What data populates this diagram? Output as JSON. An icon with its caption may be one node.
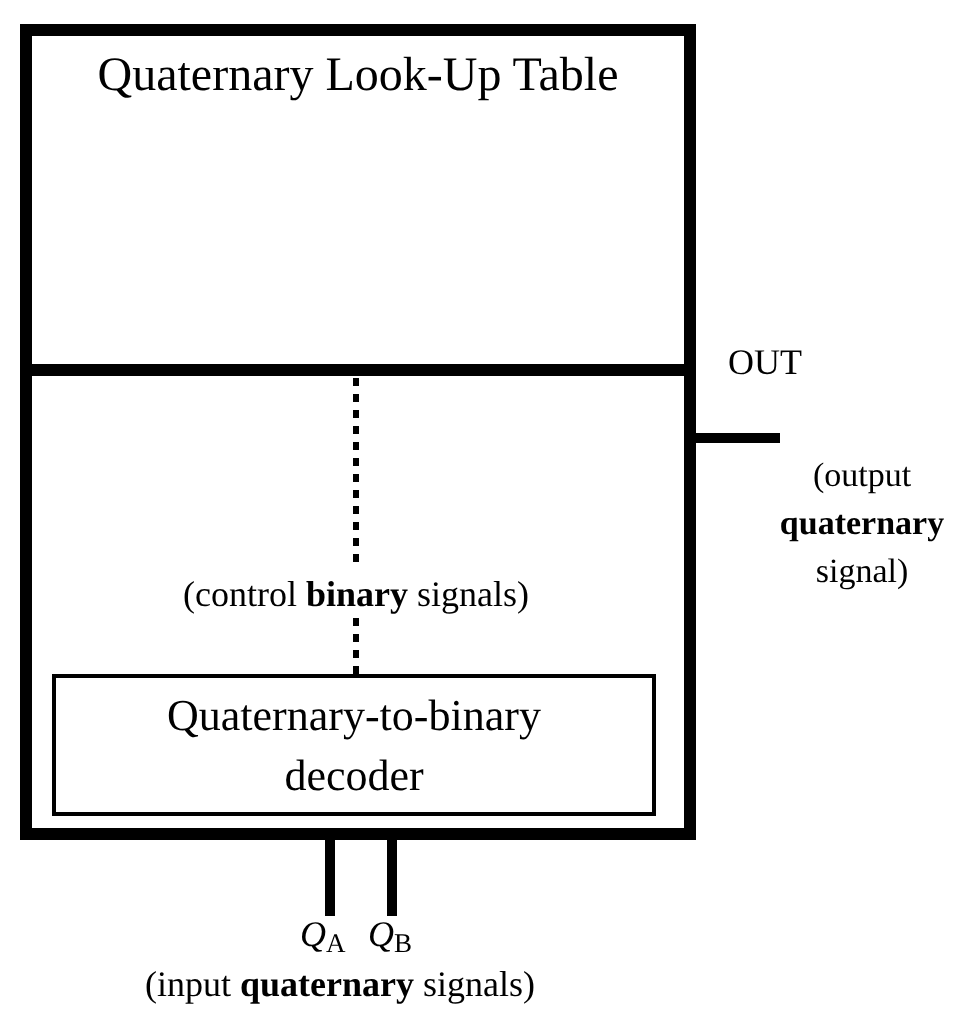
{
  "diagram": {
    "nodes": [
      {
        "text": [],
        "shape": "box"
      },
      {
        "text": [
          "Quaternary Look-Up Table"
        ],
        "in": 0
      },
      {
        "text": [
          "Quaternary-to-binary decoder"
        ],
        "in": 0
      },
      {
        "text": [
          "*Q*$_{A}$"
        ]
      },
      {
        "text": [
          "*Q*$_{B}$"
        ]
      }
    ],
    "edges": [
      {
        "from": 2,
        "to": 1,
        "arrow": "none",
        "style": "dashed",
        "label": "(control **binary** signals)"
      },
      {
        "from": 0,
        "to": null,
        "arrow": "none"
      },
      {
        "from": 3,
        "to": 0,
        "arrow": "none"
      },
      {
        "from": 4,
        "to": 0,
        "arrow": "none"
      }
    ],
    "labels": [
      "OUT",
      "(output **quaternary** signal)",
      "(input **quaternary** signals)"
    ]
  }
}
